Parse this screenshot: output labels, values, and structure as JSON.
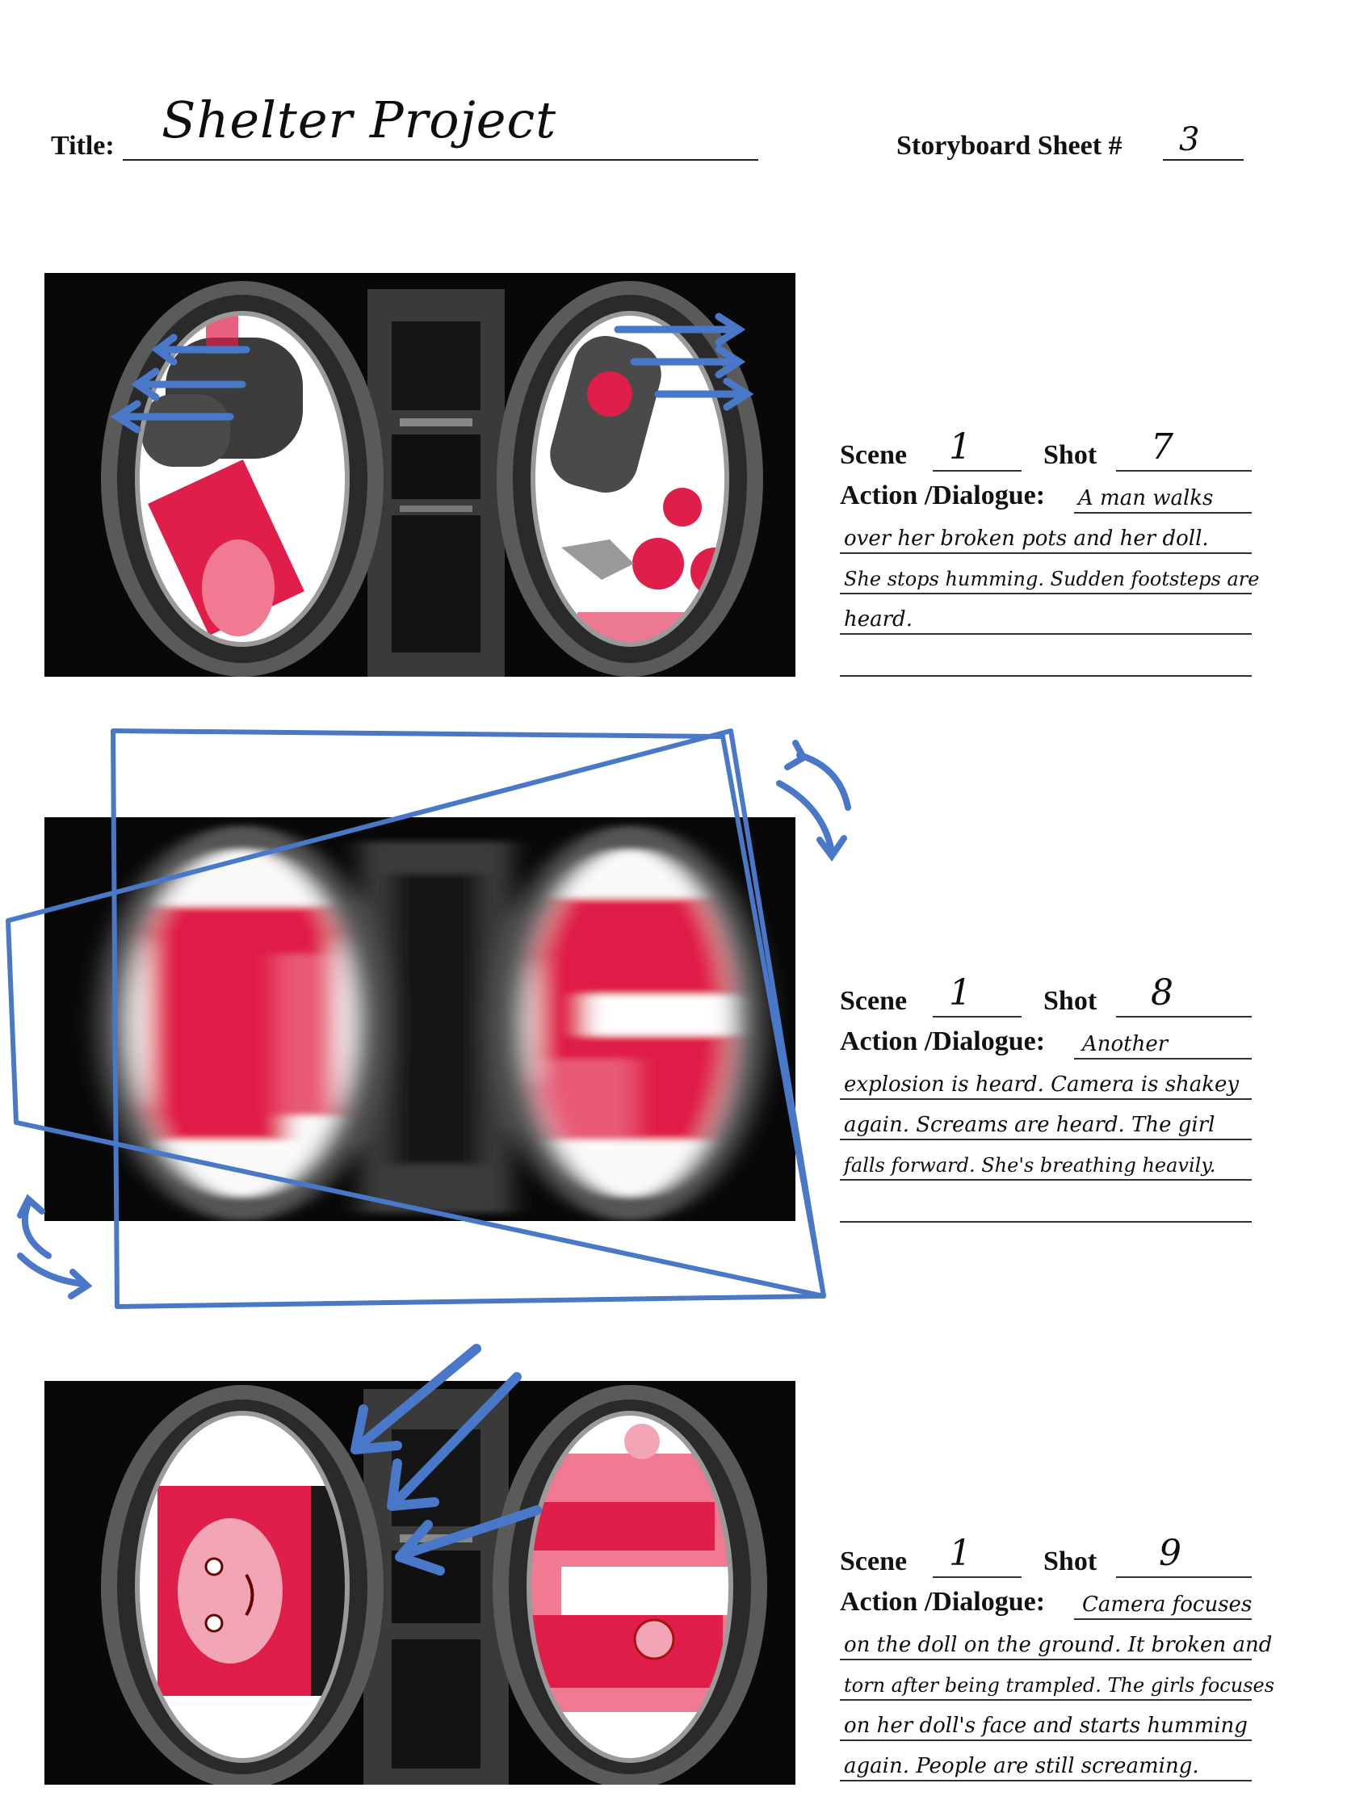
{
  "header": {
    "title_label": "Title:",
    "title_value": "Shelter Project",
    "sheet_label": "Storyboard Sheet #",
    "sheet_value": "3"
  },
  "labels": {
    "scene": "Scene",
    "shot": "Shot",
    "action": "Action /Dialogue:"
  },
  "panels": [
    {
      "scene": "1",
      "shot": "7",
      "lines": [
        "A man walks",
        "over her broken pots and her doll.",
        "She stops humming. Sudden footsteps are",
        "heard."
      ]
    },
    {
      "scene": "1",
      "shot": "8",
      "lines": [
        "Another",
        "explosion is heard. Camera is shakey",
        "again. Screams are heard. The girl",
        "falls forward. She's breathing heavily."
      ]
    },
    {
      "scene": "1",
      "shot": "9",
      "lines": [
        "Camera focuses",
        "on the doll on the ground. It broken and",
        "torn after being trampled. The girls focuses",
        "on her doll's face and starts humming",
        "again. People are still screaming."
      ]
    }
  ],
  "colors": {
    "accent_red": "#e01e4a",
    "annotation_blue": "#4a78c8",
    "frame_black": "#050505"
  }
}
